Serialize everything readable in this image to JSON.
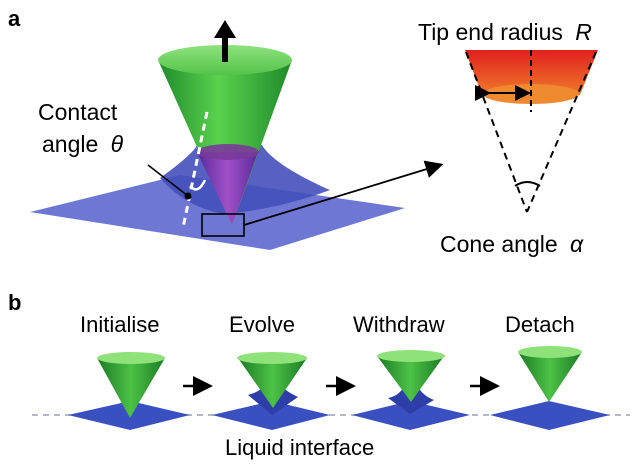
{
  "panel_a": {
    "letter": "a",
    "contact_label_line1": "Contact",
    "contact_label_line2": "angle",
    "contact_symbol": "θ",
    "tip_label": "Tip end radius",
    "tip_symbol": "R",
    "cone_label": "Cone angle",
    "cone_symbol": "α"
  },
  "panel_b": {
    "letter": "b",
    "steps": [
      "Initialise",
      "Evolve",
      "Withdraw",
      "Detach"
    ],
    "interface_label": "Liquid interface"
  },
  "colors": {
    "cone_green": "#3fb83c",
    "cone_green_dark": "#1f7a25",
    "liquid_blue": "#4a55c8",
    "tip_red": "#e02020",
    "tip_orange": "#f08a30"
  }
}
